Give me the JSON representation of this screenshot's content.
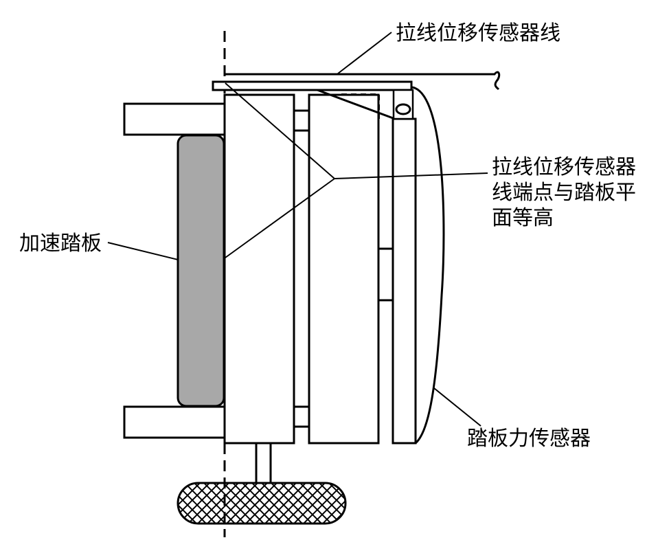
{
  "labels": {
    "wire_sensor": "拉线位移传感器线",
    "wire_end_line1": "拉线位移传感器",
    "wire_end_line2": "线端点与踏板平",
    "wire_end_line3": "面等高",
    "accel_pedal": "加速踏板",
    "pedal_force_sensor": "踏板力传感器"
  },
  "colors": {
    "line": "#000000",
    "pedal_fill": "#a8a8a8",
    "background": "#ffffff"
  }
}
